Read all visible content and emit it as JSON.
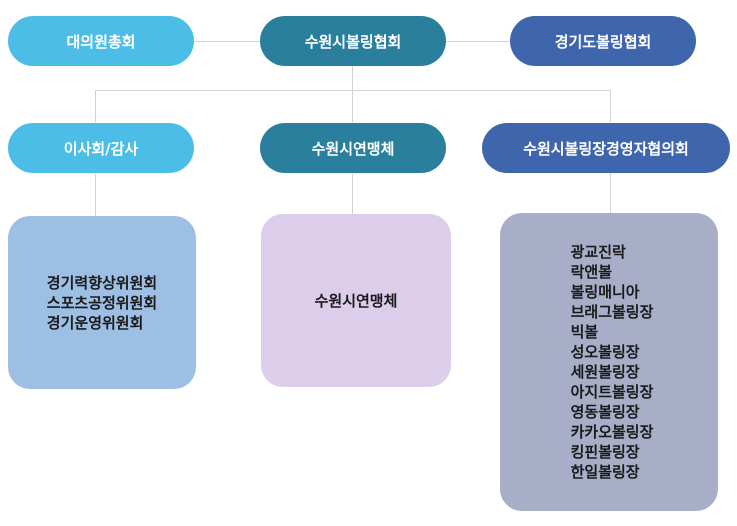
{
  "colors": {
    "sky": "#4bbde6",
    "teal": "#2a7f9d",
    "navy": "#3f66ad",
    "box_blue": "#9dbfe3",
    "box_lavender": "#dccdea",
    "box_gray": "#a8aec8"
  },
  "top": {
    "left": "대의원총회",
    "center": "수원시볼링협회",
    "right": "경기도볼링협회"
  },
  "mid": {
    "left": "이사회/감사",
    "center": "수원시연맹체",
    "right": "수원시볼링장경영자협의회"
  },
  "boxes": {
    "left": [
      "경기력향상위원회",
      "스포츠공정위원회",
      "경기운영위원회"
    ],
    "center": [
      "수원시연맹체"
    ],
    "right": [
      "광교진락",
      "락앤볼",
      "볼링매니아",
      "브래그볼링장",
      "빅볼",
      "성오볼링장",
      "세원볼링장",
      "아지트볼링장",
      "영동볼링장",
      "카카오볼링장",
      "킹핀볼링장",
      "한일볼링장"
    ]
  }
}
